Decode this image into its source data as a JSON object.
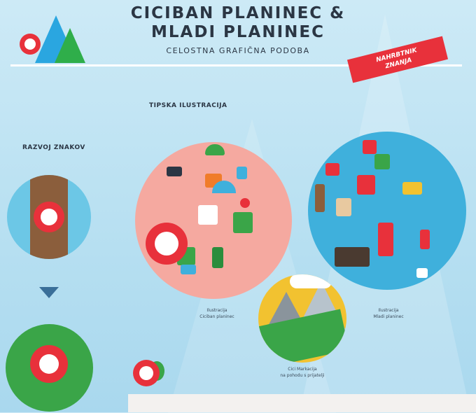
{
  "header": {
    "title_line1": "CICIBAN PLANINEC &",
    "title_line2": "MLADI PLANINEC",
    "subtitle": "CELOSTNA GRAFIČNA PODOBA",
    "banner_line1": "NAHRBTNIK",
    "banner_line2": "ZNANJA"
  },
  "sections": {
    "tipska": "TIPSKA ILUSTRACIJA",
    "razvoj": "RAZVOJ ZNAKOV"
  },
  "captions": {
    "ciciban": [
      "Ilustracija",
      "Ciciban planinec"
    ],
    "mladi": [
      "Ilustracija",
      "Mladi planinec"
    ],
    "markacija": [
      "Cici Markacija",
      "na pohodu s prijatelji"
    ]
  },
  "colors": {
    "red": "#e8313b",
    "green": "#3aa548",
    "pink": "#f5a9a0",
    "blue": "#3fb0dc",
    "navy": "#2b3644"
  }
}
